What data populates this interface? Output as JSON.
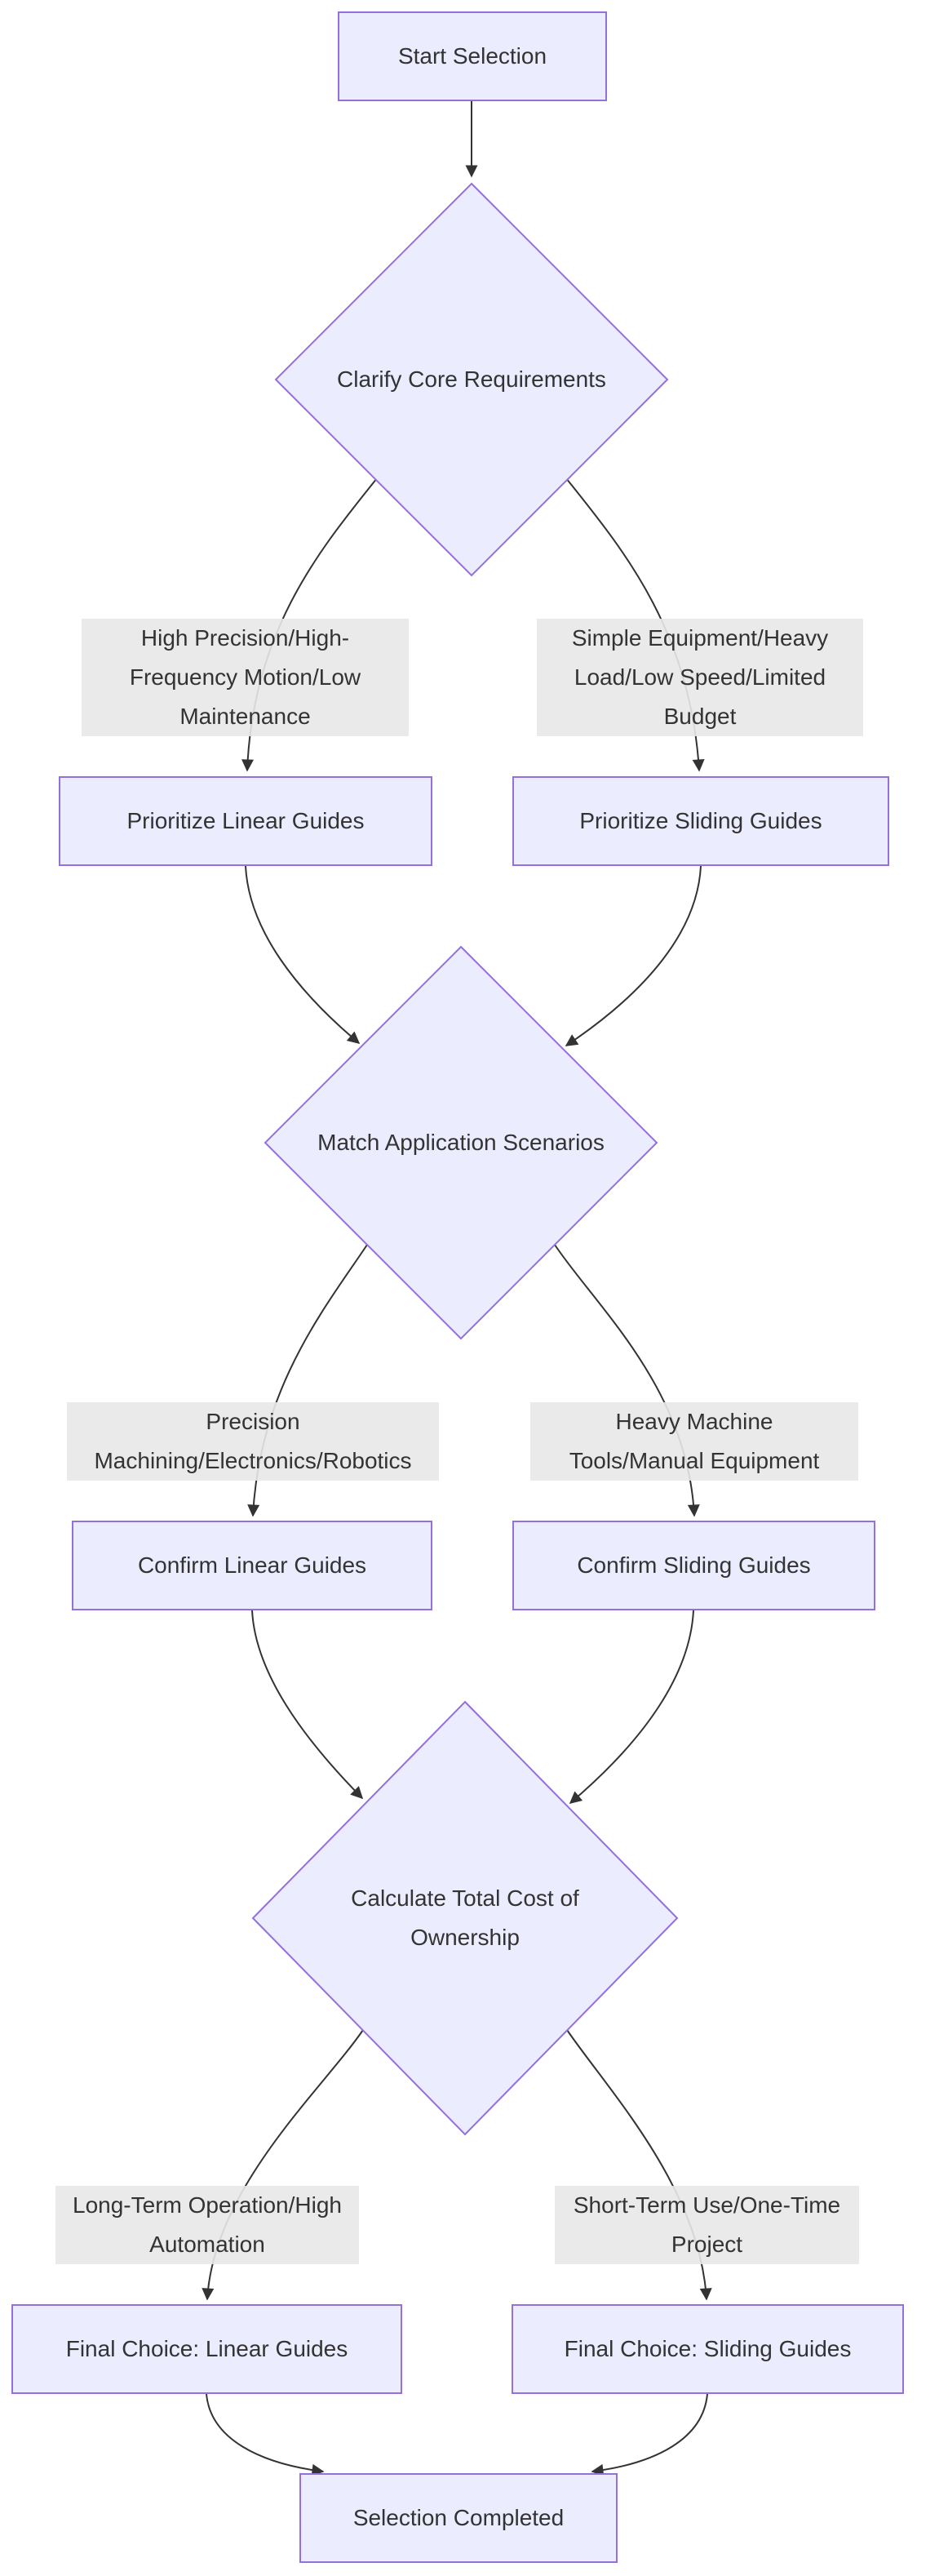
{
  "diagram": {
    "type": "flowchart",
    "direction": "top-down",
    "nodes": {
      "start": "Start Selection",
      "clarify": "Clarify Core Requirements",
      "prioritize_linear": "Prioritize Linear Guides",
      "prioritize_sliding": "Prioritize Sliding Guides",
      "match": "Match Application Scenarios",
      "confirm_linear": "Confirm Linear Guides",
      "confirm_sliding": "Confirm Sliding Guides",
      "calculate": "Calculate Total Cost of\nOwnership",
      "final_linear": "Final Choice: Linear Guides",
      "final_sliding": "Final Choice: Sliding Guides",
      "completed": "Selection Completed"
    },
    "edge_labels": {
      "high_precision": "High Precision/High-\nFrequency Motion/Low\nMaintenance",
      "simple_equipment": "Simple Equipment/Heavy\nLoad/Low Speed/Limited\nBudget",
      "precision_machining": "Precision\nMachining/Electronics/Robotics",
      "heavy_machine": "Heavy Machine\nTools/Manual Equipment",
      "long_term": "Long-Term Operation/High\nAutomation",
      "short_term": "Short-Term Use/One-Time\nProject"
    },
    "colors": {
      "node_fill": "#ECECFF",
      "node_border": "#9370DB",
      "edge_label_bg": "#e8e8e8",
      "edge_stroke": "#333333",
      "text": "#333333",
      "background": "#ffffff"
    }
  }
}
